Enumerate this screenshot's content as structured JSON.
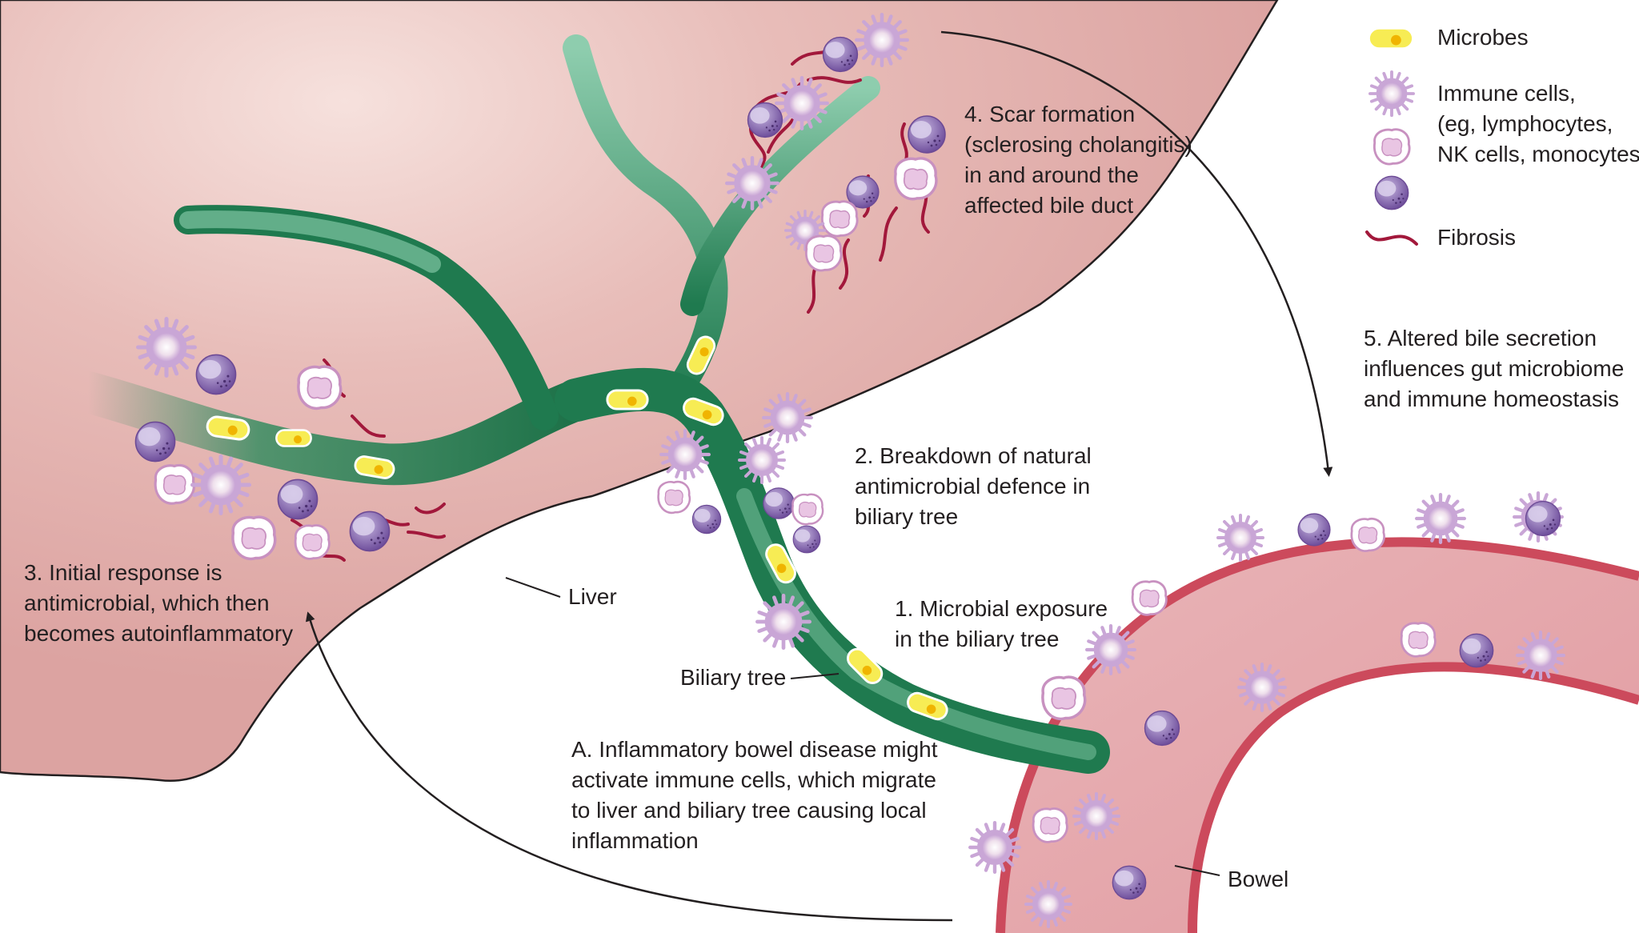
{
  "colors": {
    "liver": "#dea5a3",
    "liver_highlight": "#f4dcd8",
    "liver_outline": "#231f20",
    "bowel": "#e3a3a8",
    "bowel_rim": "#cc4a5c",
    "duct": "#1f7a4f",
    "duct_light": "#7fc4a2",
    "microbe": "#f5e33a",
    "microbe_nucleus": "#f2b800",
    "fibrosis": "#a2183b",
    "immune_spiky": "#c9a6d6",
    "immune_round": "#7b5aa6",
    "immune_pale": "#f3e4f0"
  },
  "labels": {
    "step1": [
      "1. Microbial exposure",
      "in the biliary tree"
    ],
    "step2": [
      "2. Breakdown of natural",
      "antimicrobial defence in",
      "biliary tree"
    ],
    "step3": [
      "3. Initial response is",
      "antimicrobial, which then",
      "becomes autoinflammatory"
    ],
    "step4": [
      "4. Scar formation",
      "(sclerosing cholangitis)",
      "in and around the",
      "affected bile duct"
    ],
    "step5": [
      "5. Altered bile secretion",
      "influences gut microbiome",
      "and immune homeostasis"
    ],
    "stepA": [
      "A. Inflammatory bowel disease might",
      "activate immune cells, which migrate",
      "to liver and biliary tree causing local",
      "inflammation"
    ],
    "liver": "Liver",
    "biliary_tree": "Biliary tree",
    "bowel": "Bowel"
  },
  "legend": {
    "microbes": "Microbes",
    "immune_cells": [
      "Immune cells,",
      "(eg, lymphocytes,",
      "NK cells, monocytes)"
    ],
    "fibrosis": "Fibrosis"
  },
  "icons": {
    "microbe": "microbe-icon",
    "immune_spiky": "spiky-immune-cell-icon",
    "immune_pale": "pale-immune-cell-icon",
    "immune_round": "round-immune-cell-icon",
    "fibrosis": "fibrosis-icon",
    "arrow": "arrow-icon"
  }
}
